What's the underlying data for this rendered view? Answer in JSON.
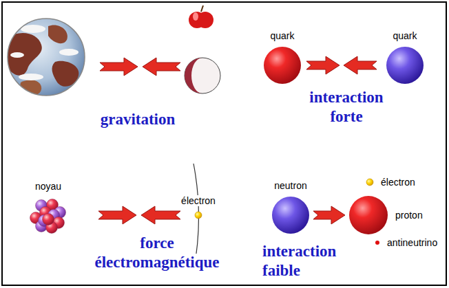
{
  "diagram": {
    "nodes": [
      {
        "text": [
          "quark"
        ]
      },
      {
        "text": [
          "quark"
        ]
      },
      {
        "text": [
          "noyau"
        ]
      },
      {
        "text": [
          "électron"
        ]
      },
      {
        "text": [
          "neutron"
        ]
      },
      {
        "text": [
          "électron"
        ]
      },
      {
        "text": [
          "proton"
        ]
      },
      {
        "text": [
          "antineutrino"
        ]
      }
    ],
    "edges": [
      {
        "from": 4,
        "to": 6,
        "arrow": "to"
      }
    ],
    "labels": [
      "gravitation",
      "interaction forte",
      "force électromagnétique",
      "interaction faible"
    ]
  }
}
